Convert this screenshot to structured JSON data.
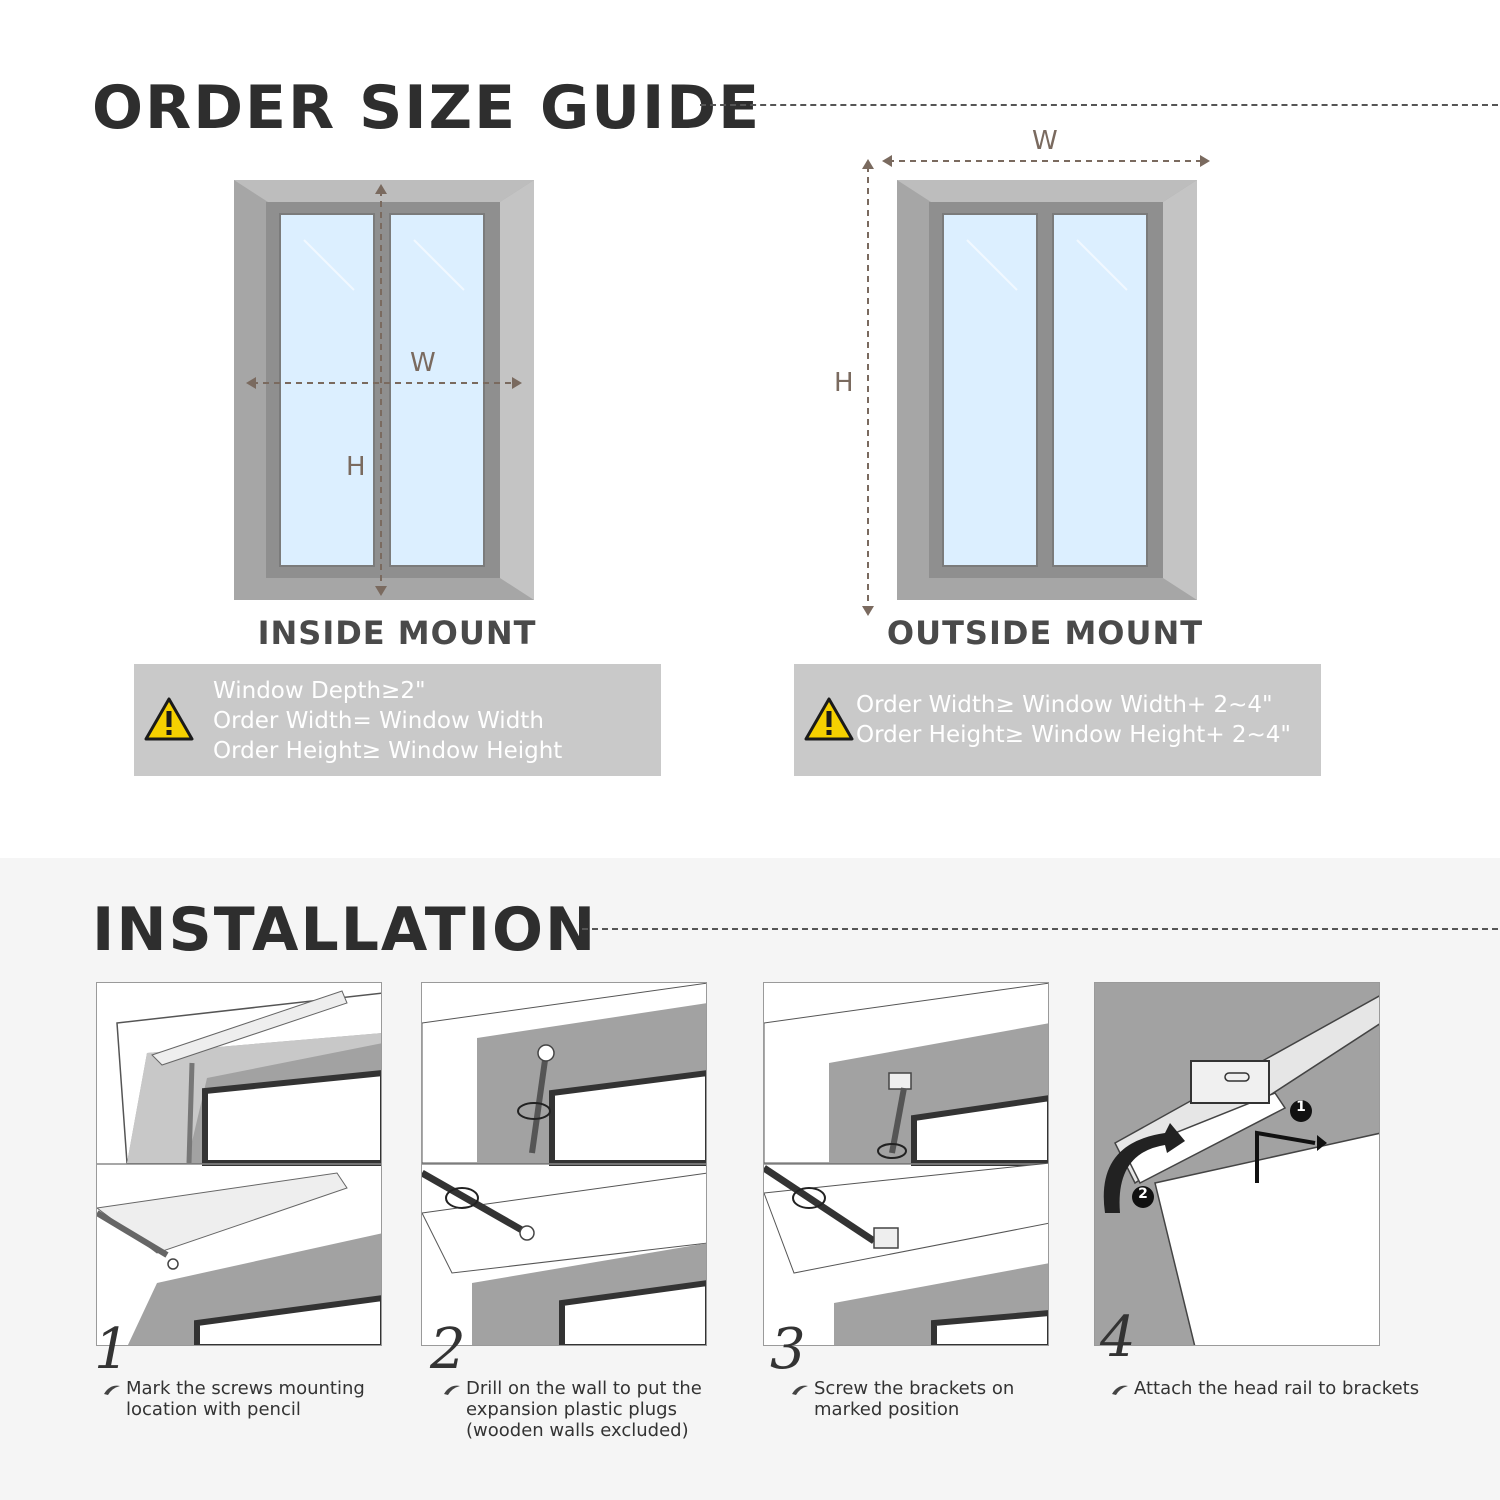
{
  "order_guide": {
    "title": "ORDER SIZE GUIDE",
    "inside": {
      "label": "INSIDE MOUNT",
      "w": "W",
      "h": "H",
      "notes": [
        "Window Depth≥2\"",
        "Order Width= Window Width",
        "Order Height≥ Window Height"
      ]
    },
    "outside": {
      "label": "OUTSIDE MOUNT",
      "w": "W",
      "h": "H",
      "notes": [
        "Order Width≥ Window Width+ 2~4\"",
        "Order Height≥ Window Height+ 2~4\""
      ]
    },
    "warning_icon": "warning-triangle-icon"
  },
  "installation": {
    "title": "INSTALLATION",
    "steps": [
      {
        "num": "1",
        "lines": [
          "Mark the screws mounting",
          "location with pencil"
        ]
      },
      {
        "num": "2",
        "lines": [
          "Drill on the wall to put the",
          "expansion plastic plugs",
          "(wooden walls excluded)"
        ]
      },
      {
        "num": "3",
        "lines": [
          "Screw the brackets on",
          "marked position"
        ]
      },
      {
        "num": "4",
        "lines": [
          "Attach the head rail to brackets"
        ],
        "callouts": [
          "1",
          "2"
        ]
      }
    ]
  },
  "colors": {
    "frame_gray": "#a9a9a9",
    "glass": "#dcefff",
    "arrow_brown": "#7a6a5f",
    "note_bg": "#c9c9c9",
    "warning_yellow": "#f5d000"
  }
}
